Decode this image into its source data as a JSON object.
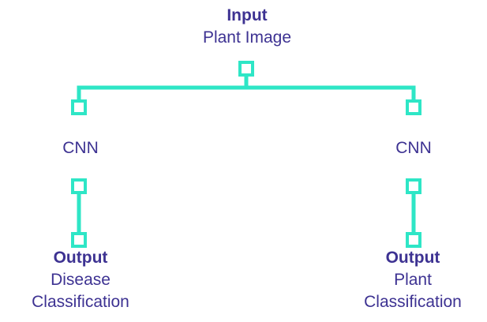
{
  "colors": {
    "connector": "#2ee6c6",
    "text": "#3d3292"
  },
  "input": {
    "heading": "Input",
    "text": "Plant Image"
  },
  "branches": [
    {
      "model": "CNN",
      "output_heading": "Output",
      "output_line1": "Disease",
      "output_line2": "Classification"
    },
    {
      "model": "CNN",
      "output_heading": "Output",
      "output_line1": "Plant",
      "output_line2": "Classification"
    }
  ]
}
